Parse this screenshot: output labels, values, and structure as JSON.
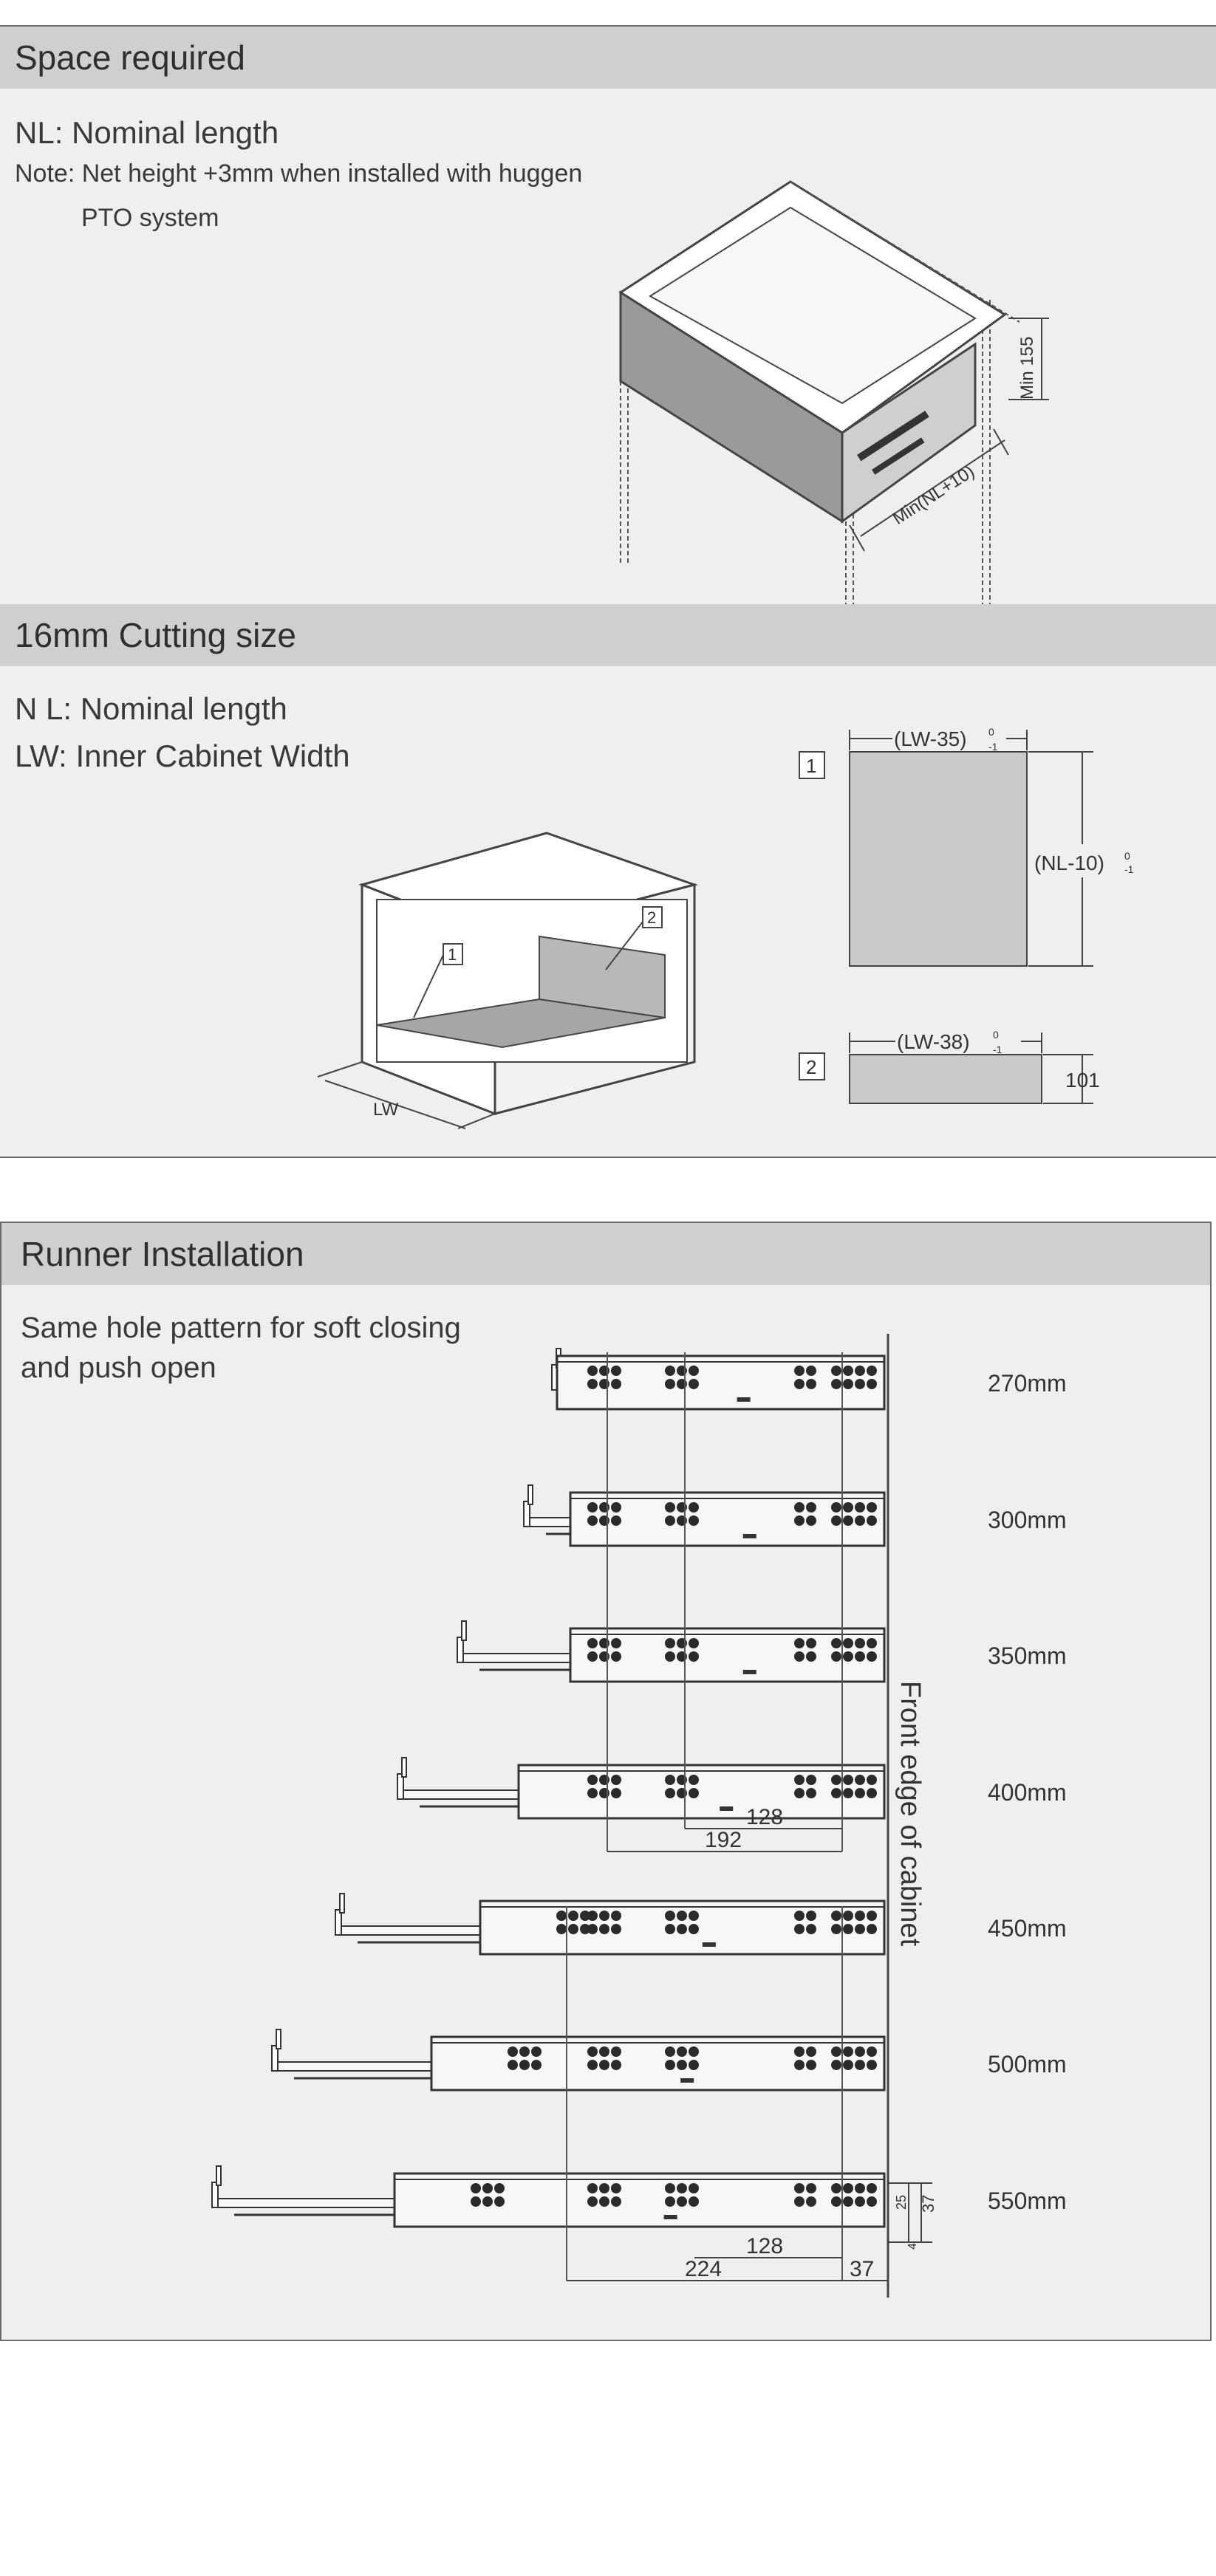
{
  "space_required": {
    "title": "Space required",
    "note_nl": "NL: Nominal length",
    "note_height": "Note: Net height +3mm when installed with huggen",
    "note_pto": "PTO system",
    "dim_height": "Min 155",
    "dim_length": "Min(NL+10)"
  },
  "cutting_size": {
    "title": "16mm Cutting size",
    "note_nl": "N L: Nominal length",
    "note_lw": "LW: Inner Cabinet Width",
    "lw_label": "LW",
    "part1_tag": "1",
    "part2_tag": "2",
    "part1_width": "(LW-35)",
    "part1_width_tol_upper": "0",
    "part1_width_tol_lower": "-1",
    "part1_height": "(NL-10)",
    "part1_height_tol_upper": "0",
    "part1_height_tol_lower": "-1",
    "part2_width": "(LW-38)",
    "part2_width_tol_upper": "0",
    "part2_width_tol_lower": "-1",
    "part2_height": "101"
  },
  "runner_installation": {
    "title": "Runner Installation",
    "note_line1": "Same hole pattern for soft closing",
    "note_line2": "and push open",
    "front_edge_label": "Front edge of cabinet",
    "sizes": [
      "270mm",
      "300mm",
      "350mm",
      "400mm",
      "450mm",
      "500mm",
      "550mm"
    ],
    "dims_400": [
      "128",
      "192"
    ],
    "dims_550": [
      "128",
      "224",
      "37"
    ],
    "dims_side": [
      "25",
      "37",
      "4"
    ]
  }
}
